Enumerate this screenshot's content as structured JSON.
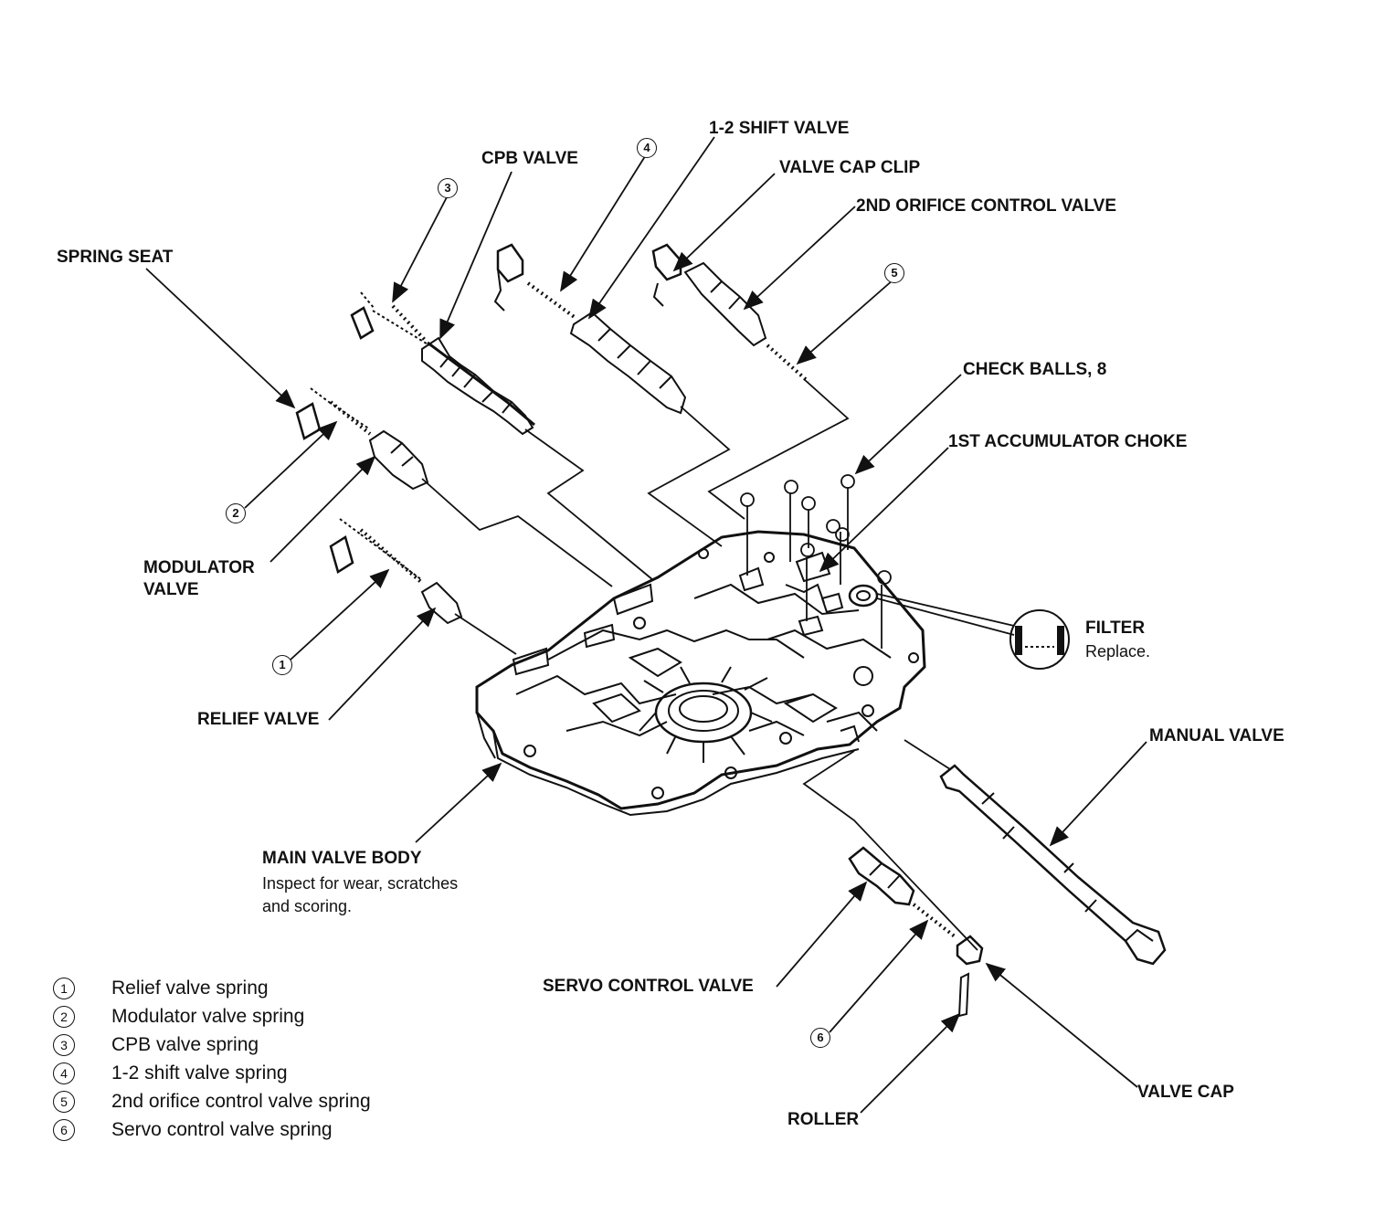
{
  "labels": {
    "spring_seat": "SPRING SEAT",
    "cpb_valve": "CPB VALVE",
    "shift_valve_1_2": "1-2 SHIFT VALVE",
    "valve_cap_clip": "VALVE CAP CLIP",
    "orifice_control_2nd": "2ND ORIFICE CONTROL VALVE",
    "check_balls": "CHECK BALLS, 8",
    "accumulator_choke_1st": "1ST ACCUMULATOR CHOKE",
    "filter": "FILTER",
    "filter_note": "Replace.",
    "modulator_valve_l1": "MODULATOR",
    "modulator_valve_l2": "VALVE",
    "relief_valve": "RELIEF VALVE",
    "manual_valve": "MANUAL VALVE",
    "main_valve_body": "MAIN VALVE BODY",
    "main_valve_body_note_l1": "Inspect for wear, scratches",
    "main_valve_body_note_l2": "and scoring.",
    "servo_control_valve": "SERVO CONTROL VALVE",
    "valve_cap": "VALVE CAP",
    "roller": "ROLLER"
  },
  "callouts": {
    "n1": "1",
    "n2": "2",
    "n3": "3",
    "n4": "4",
    "n5": "5",
    "n6": "6"
  },
  "legend": [
    {
      "num": "1",
      "text": "Relief valve spring"
    },
    {
      "num": "2",
      "text": "Modulator valve spring"
    },
    {
      "num": "3",
      "text": "CPB valve spring"
    },
    {
      "num": "4",
      "text": "1-2 shift valve spring"
    },
    {
      "num": "5",
      "text": "2nd orifice control valve spring"
    },
    {
      "num": "6",
      "text": "Servo control valve spring"
    }
  ]
}
